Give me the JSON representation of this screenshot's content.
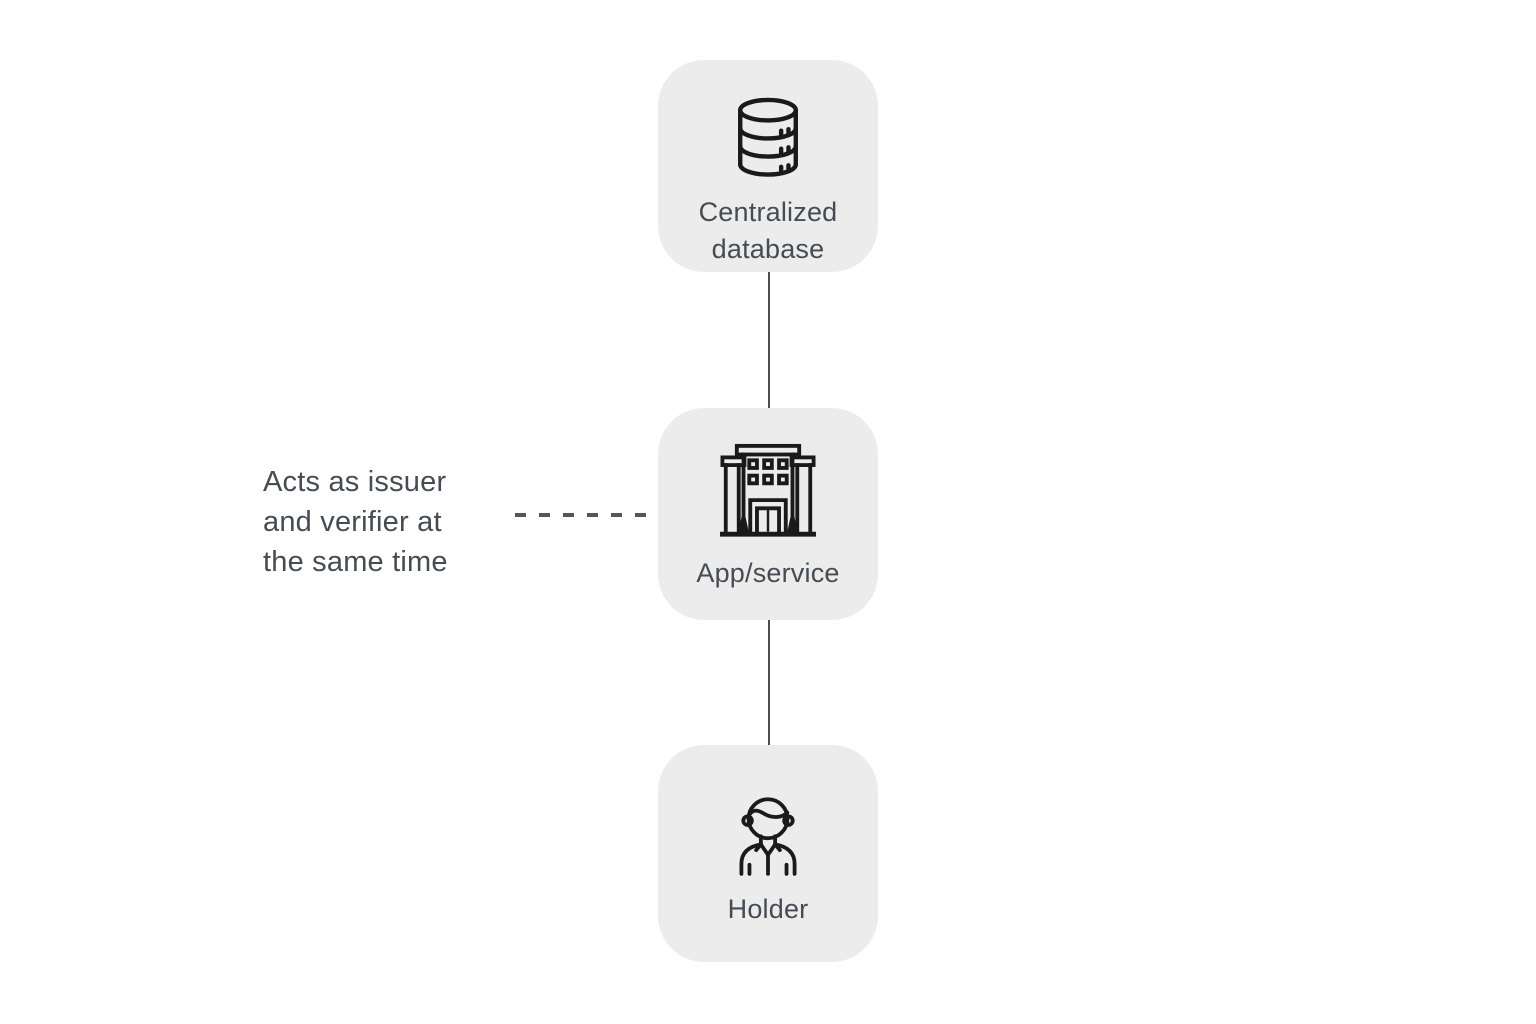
{
  "annotation": {
    "text": "Acts as issuer and verifier at the same time",
    "lines": [
      "Acts as issuer",
      "and verifier at",
      "the same time"
    ]
  },
  "nodes": [
    {
      "id": "centralized-database",
      "label": "Centralized database",
      "icon": "database-icon"
    },
    {
      "id": "app-service",
      "label": "App/service",
      "icon": "building-icon"
    },
    {
      "id": "holder",
      "label": "Holder",
      "icon": "person-icon"
    }
  ],
  "connectors": [
    {
      "from": "centralized-database",
      "to": "app-service",
      "style": "solid"
    },
    {
      "from": "app-service",
      "to": "holder",
      "style": "solid"
    },
    {
      "from": "annotation",
      "to": "app-service",
      "style": "dashed"
    }
  ],
  "colors": {
    "page_background": "#ffffff",
    "node_background": "#ececec",
    "icon_stroke": "#1a1a1a",
    "text": "#454c54",
    "connector": "#4c4c4c",
    "dashed_connector": "#575757"
  }
}
